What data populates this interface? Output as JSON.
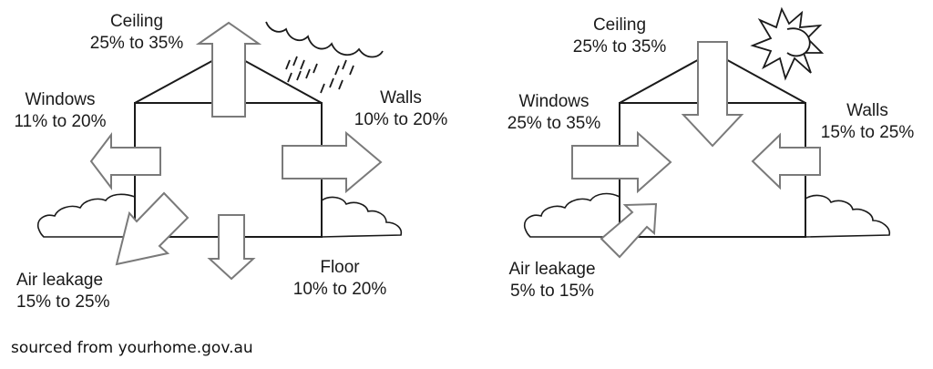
{
  "colors": {
    "outline": "#1a1a1a",
    "arrow": "#7a7a7a"
  },
  "left_diagram": {
    "season_icon": "rain-cloud-icon",
    "ceiling": {
      "label": "Ceiling",
      "value": "25% to 35%"
    },
    "windows": {
      "label": "Windows",
      "value": "11% to 20%"
    },
    "walls": {
      "label": "Walls",
      "value": "10% to 20%"
    },
    "air_leakage": {
      "label": "Air leakage",
      "value": "15% to 25%"
    },
    "floor": {
      "label": "Floor",
      "value": "10% to 20%"
    }
  },
  "right_diagram": {
    "season_icon": "sun-icon",
    "ceiling": {
      "label": "Ceiling",
      "value": "25% to 35%"
    },
    "windows": {
      "label": "Windows",
      "value": "25% to 35%"
    },
    "walls": {
      "label": "Walls",
      "value": "15% to 25%"
    },
    "air_leakage": {
      "label": "Air leakage",
      "value": "5% to 15%"
    }
  },
  "source": "sourced from yourhome.gov.au"
}
